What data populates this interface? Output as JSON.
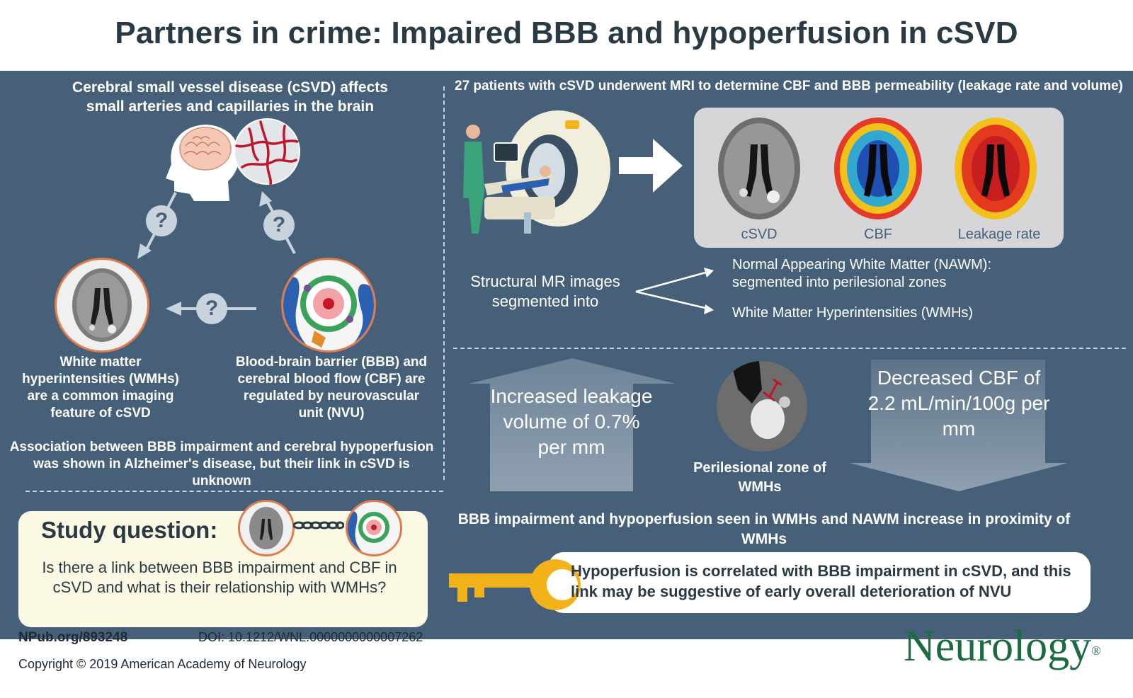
{
  "title": "Partners in crime: Impaired BBB and hypoperfusion in cSVD",
  "left": {
    "intro": "Cerebral small vessel disease (cSVD) affects small arteries and capillaries in the brain",
    "wmh_caption": "White matter hyperintensities (WMHs) are a common imaging feature of cSVD",
    "bbb_caption": "Blood-brain barrier (BBB) and cerebral blood flow (CBF) are regulated by neurovascular unit (NVU)",
    "association": "Association between BBB impairment and cerebral hypoperfusion was shown in Alzheimer's disease, but their link in cSVD is unknown",
    "question_mark": "?",
    "study_title": "Study question:",
    "study_text": "Is there a link between BBB impairment and CBF in cSVD and what is their relationship with WMHs?"
  },
  "right": {
    "patients": "27 patients with cSVD underwent MRI to determine CBF and BBB permeability (leakage rate and volume)",
    "img_labels": [
      "cSVD",
      "CBF",
      "Leakage rate"
    ],
    "segmented": "Structural MR images segmented into",
    "nawm": "Normal Appearing White Matter (NAWM): segmented into perilesional zones",
    "wmh": "White Matter Hyperintensities (WMHs)",
    "increased": "Increased leakage volume of 0.7% per mm",
    "perilesional": "Perilesional zone of WMHs",
    "decreased": "Decreased CBF of 2.2 mL/min/100g per mm",
    "finding": "BBB impairment and hypoperfusion seen in WMHs and NAWM increase in proximity of WMHs",
    "conclusion": "Hypoperfusion is correlated with BBB impairment in cSVD, and this link may be suggestive of early overall deterioration of NVU"
  },
  "footer": {
    "npub": "NPub.org/893248",
    "doi": "DOI: 10.1212/WNL.0000000000007262",
    "copyright": "Copyright © 2019 American Academy of Neurology",
    "brand": "Neurology",
    "registered": "®"
  },
  "colors": {
    "panel": "#47607a",
    "title": "#2a3a44",
    "cream": "#fbf8e3",
    "key": "#f2b21a",
    "brand": "#1d6b41",
    "vessel": "#c0172a"
  }
}
